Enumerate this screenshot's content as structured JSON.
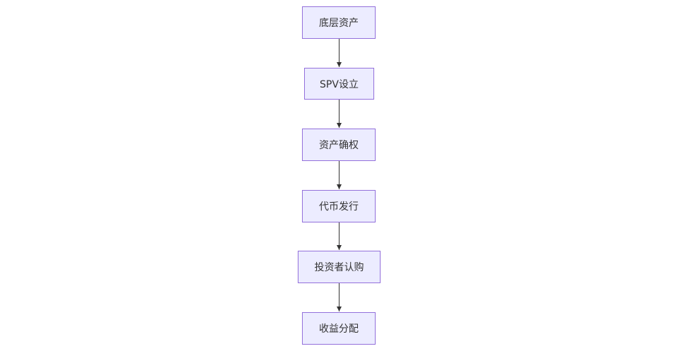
{
  "diagram": {
    "nodes": [
      {
        "id": "n0",
        "label": "底层资产"
      },
      {
        "id": "n1",
        "label": "SPV设立"
      },
      {
        "id": "n2",
        "label": "资产确权"
      },
      {
        "id": "n3",
        "label": "代币发行"
      },
      {
        "id": "n4",
        "label": "投资者认购"
      },
      {
        "id": "n5",
        "label": "收益分配"
      }
    ],
    "edges": [
      {
        "from": "n0",
        "to": "n1"
      },
      {
        "from": "n1",
        "to": "n2"
      },
      {
        "from": "n2",
        "to": "n3"
      },
      {
        "from": "n3",
        "to": "n4"
      },
      {
        "from": "n4",
        "to": "n5"
      }
    ],
    "colors": {
      "node_fill": "#ECECFF",
      "node_border": "#9370DB",
      "text": "#333333",
      "edge": "#333333"
    }
  }
}
